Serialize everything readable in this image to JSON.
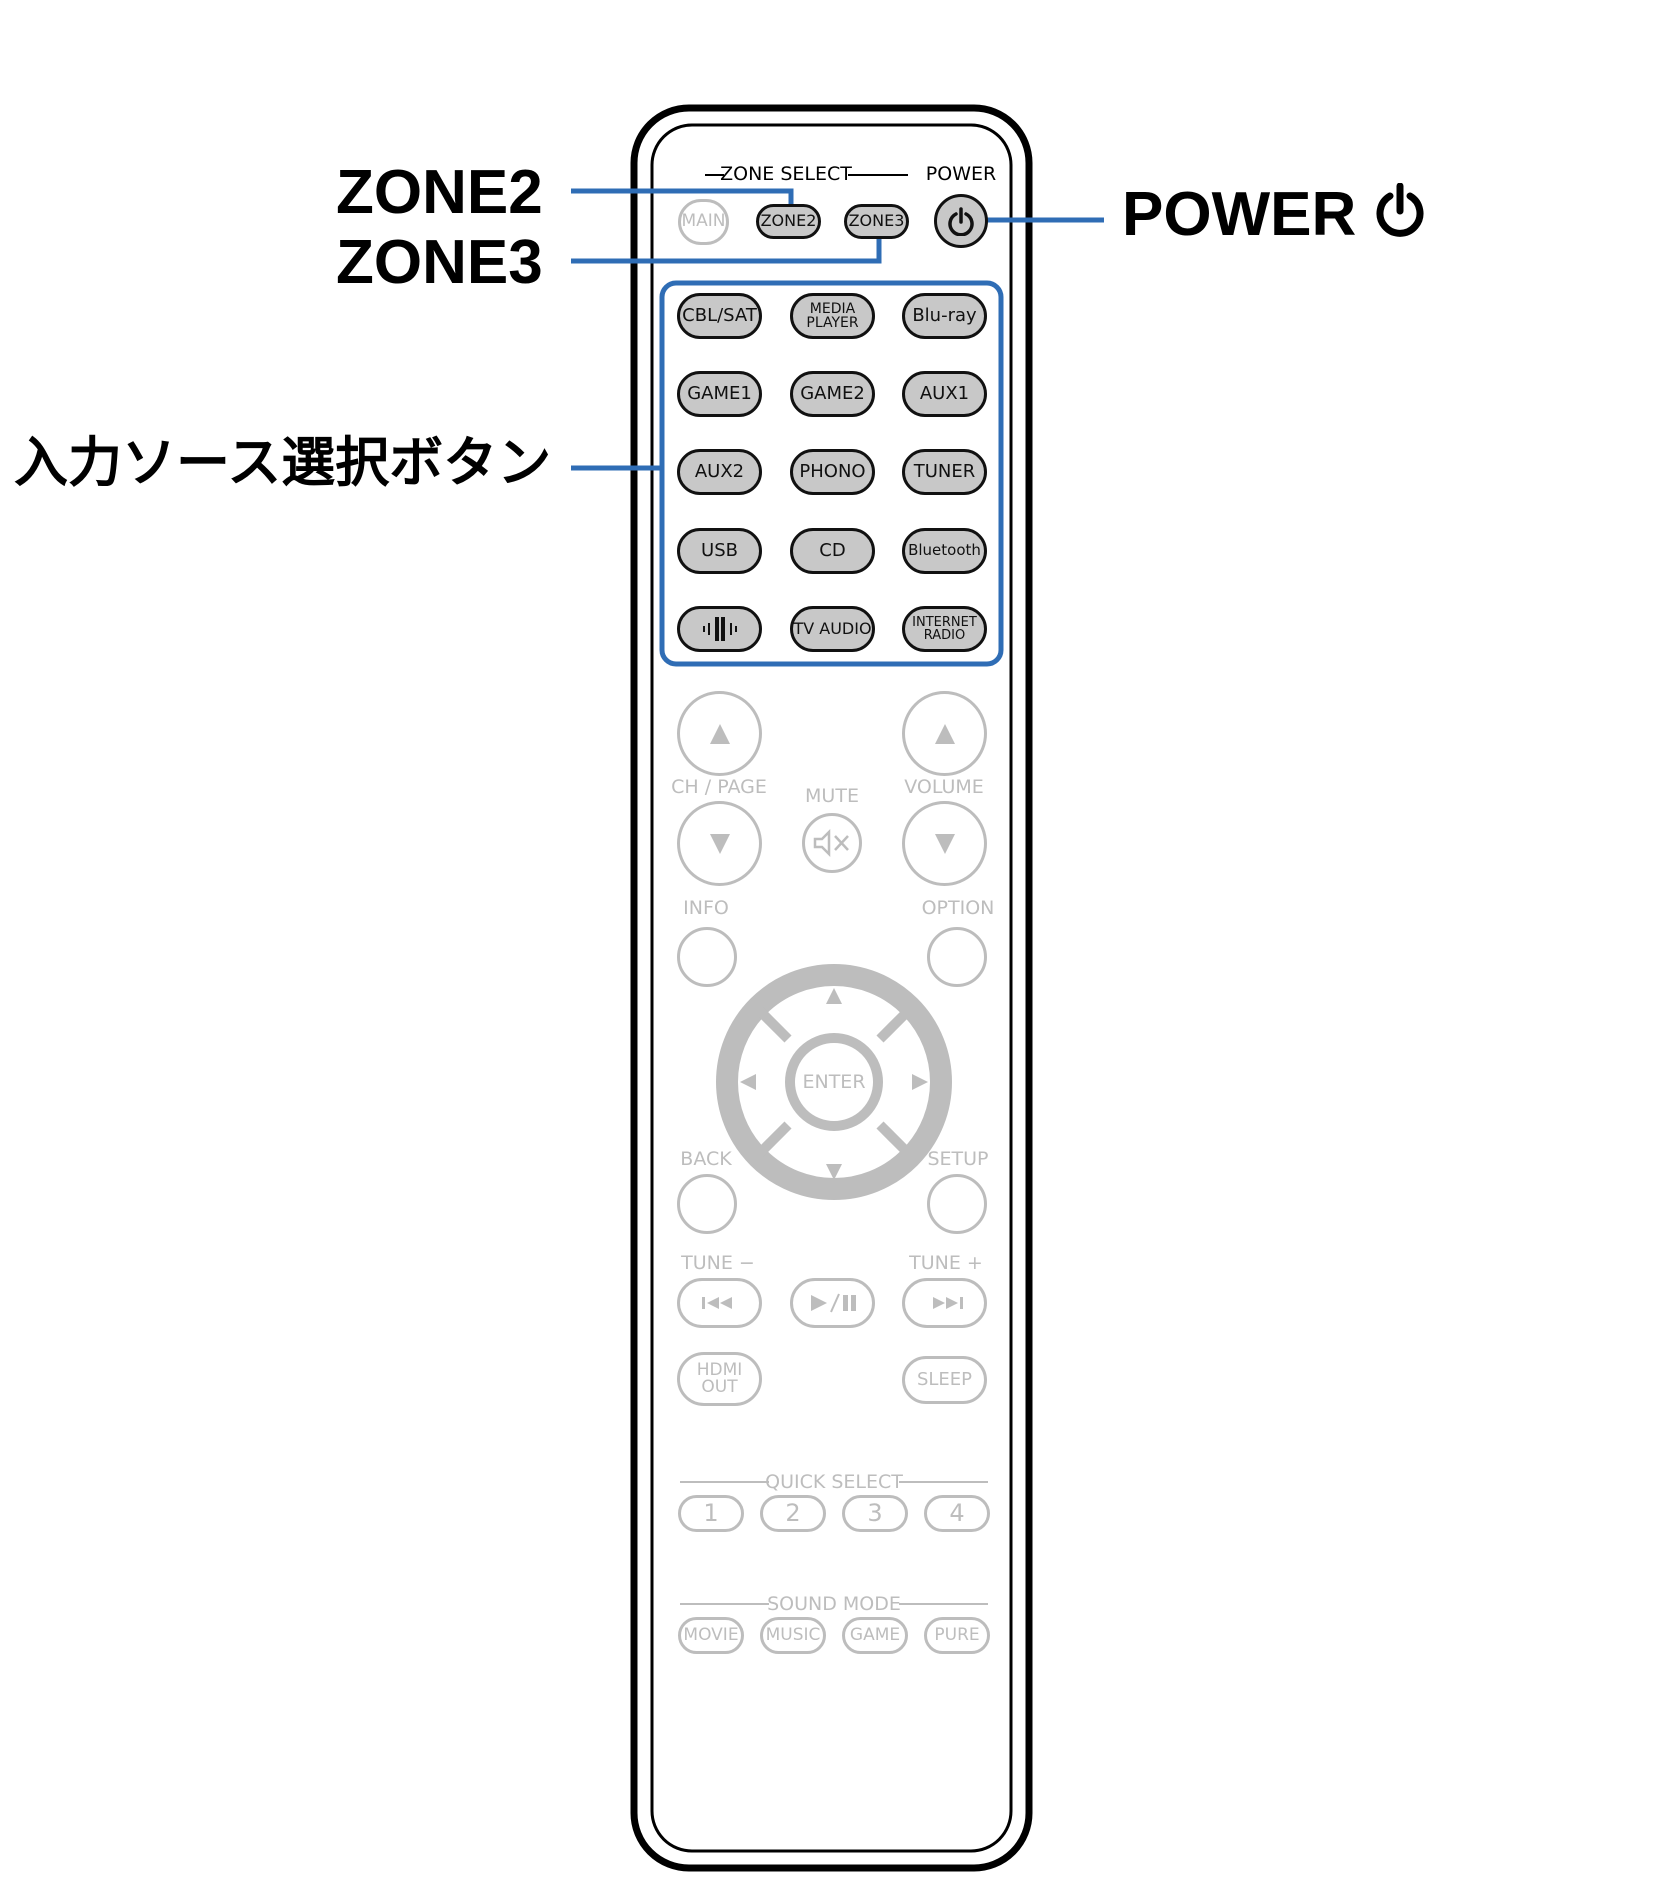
{
  "callouts": {
    "zone2": "ZONE2",
    "zone3": "ZONE3",
    "power": "POWER",
    "input_select": "入力ソース選択ボタン"
  },
  "remote": {
    "zone_select_label": "ZONE SELECT",
    "power_label": "POWER",
    "zone_buttons": {
      "main": "MAIN",
      "zone2": "ZONE2",
      "zone3": "ZONE3"
    },
    "input_buttons": [
      "CBL/SAT",
      "MEDIA\nPLAYER",
      "Blu-ray",
      "GAME1",
      "GAME2",
      "AUX1",
      "AUX2",
      "PHONO",
      "TUNER",
      "USB",
      "CD",
      "Bluetooth",
      "",
      "TV AUDIO",
      "INTERNET\nRADIO"
    ],
    "heos_icon": "heos-icon",
    "ch_page_label": "CH / PAGE",
    "mute_label": "MUTE",
    "volume_label": "VOLUME",
    "info_label": "INFO",
    "option_label": "OPTION",
    "enter_label": "ENTER",
    "back_label": "BACK",
    "setup_label": "SETUP",
    "tune_minus_label": "TUNE −",
    "tune_plus_label": "TUNE +",
    "hdmi_out_label": "HDMI\nOUT",
    "sleep_label": "SLEEP",
    "quick_select_label": "QUICK SELECT",
    "quick_select_buttons": [
      "1",
      "2",
      "3",
      "4"
    ],
    "sound_mode_label": "SOUND MODE",
    "sound_mode_buttons": [
      "MOVIE",
      "MUSIC",
      "GAME",
      "PURE"
    ]
  },
  "colors": {
    "highlight": "#2f6db5",
    "inactive": "#bdbdbd",
    "active_fill": "#c8c8c8"
  }
}
